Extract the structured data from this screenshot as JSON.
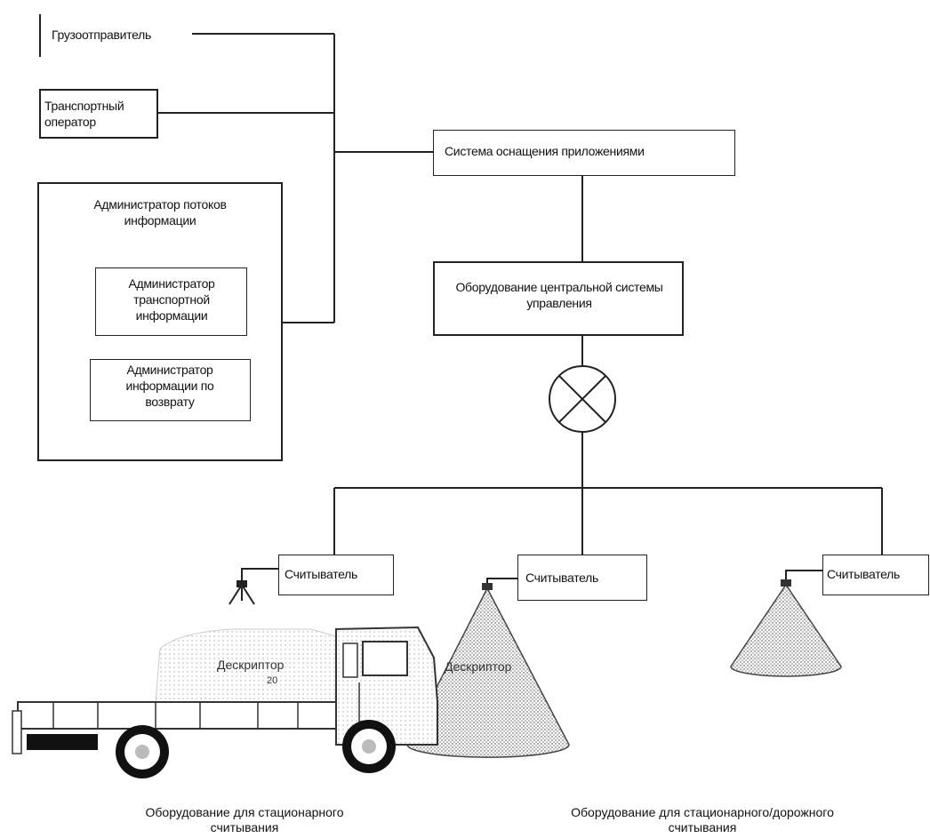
{
  "boxes": {
    "shipper": "Грузоотправитель",
    "transport_operator": "Транспортный оператор",
    "info_flow_admin": "Администратор потоков информации",
    "transport_info_admin": "Администратор транспортной информации",
    "return_info_admin": "Администратор информации по возврату",
    "application_system": "Система оснащения приложениями",
    "central_equipment": "Оборудование центральной системы управления",
    "reader_1": "Считыватель",
    "reader_2": "Считыватель",
    "reader_3": "Считыватель"
  },
  "tags": {
    "descriptor_truck": "Дескриптор",
    "descriptor_cone": "Дескриптор",
    "truck_mark": "20"
  },
  "captions": {
    "stationary_left": "Оборудование для стационарного считывания",
    "stationary_road_right": "Оборудование для стационарного/дорожного считывания"
  }
}
